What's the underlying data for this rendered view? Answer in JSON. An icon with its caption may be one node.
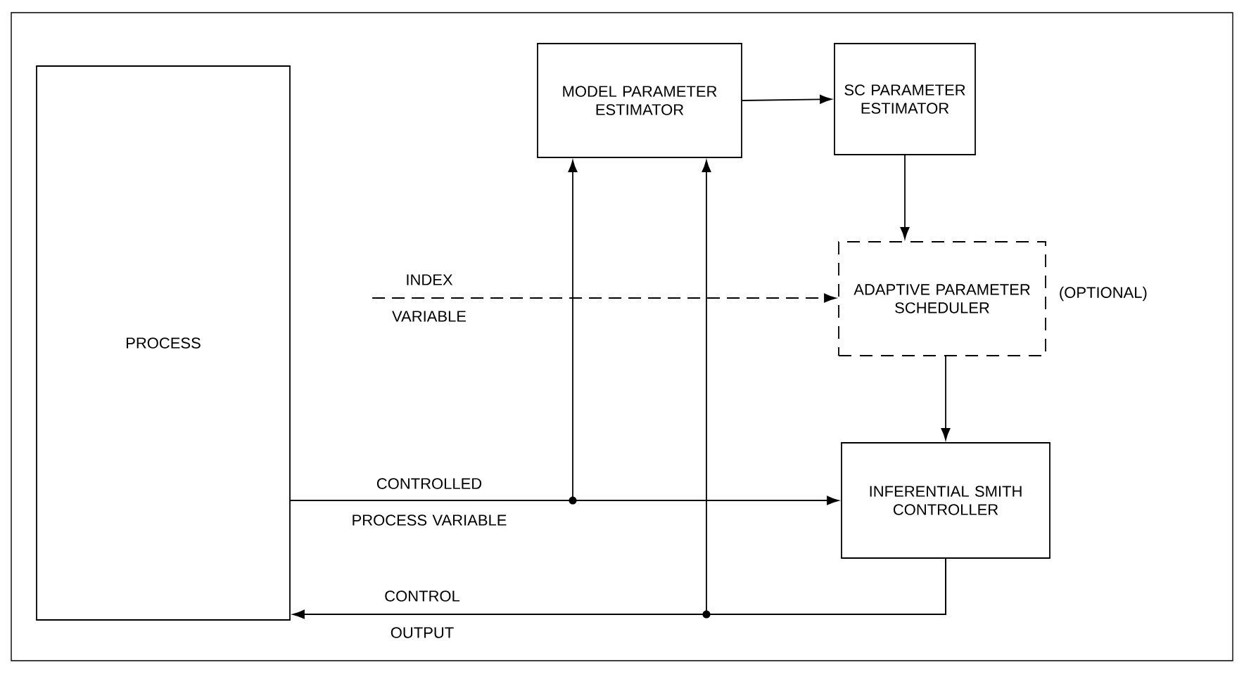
{
  "diagram": {
    "nodes": [
      {
        "text": [
          "PROCESS"
        ]
      },
      {
        "text": [
          "MODEL PARAMETER ESTIMATOR"
        ]
      },
      {
        "text": [
          "SC PARAMETER ESTIMATOR"
        ]
      },
      {
        "text": [
          "ADAPTIVE PARAMETER SCHEDULER"
        ],
        "beside": [
          "(OPTIONAL)"
        ]
      },
      {
        "text": [
          "INFERENTIAL SMITH CONTROLLER"
        ]
      },
      {
        "text": [
          "INDEX VARIABLE"
        ]
      }
    ],
    "edges": [
      {
        "from": 1,
        "to": 2,
        "arrow": "to"
      },
      {
        "from": 2,
        "to": 3,
        "arrow": "to"
      },
      {
        "from": 3,
        "to": 4,
        "arrow": "to"
      },
      {
        "from": 0,
        "to": 4,
        "arrow": "to",
        "label": "CONTROLLED PROCESS VARIABLE"
      },
      {
        "from": 0,
        "to": 1,
        "arrow": "to"
      },
      {
        "from": 4,
        "to": 0,
        "arrow": "to",
        "label": "CONTROL OUTPUT"
      },
      {
        "from": 4,
        "to": 1,
        "arrow": "to"
      },
      {
        "from": 5,
        "to": 3,
        "arrow": "to",
        "style": "dashed"
      }
    ]
  }
}
